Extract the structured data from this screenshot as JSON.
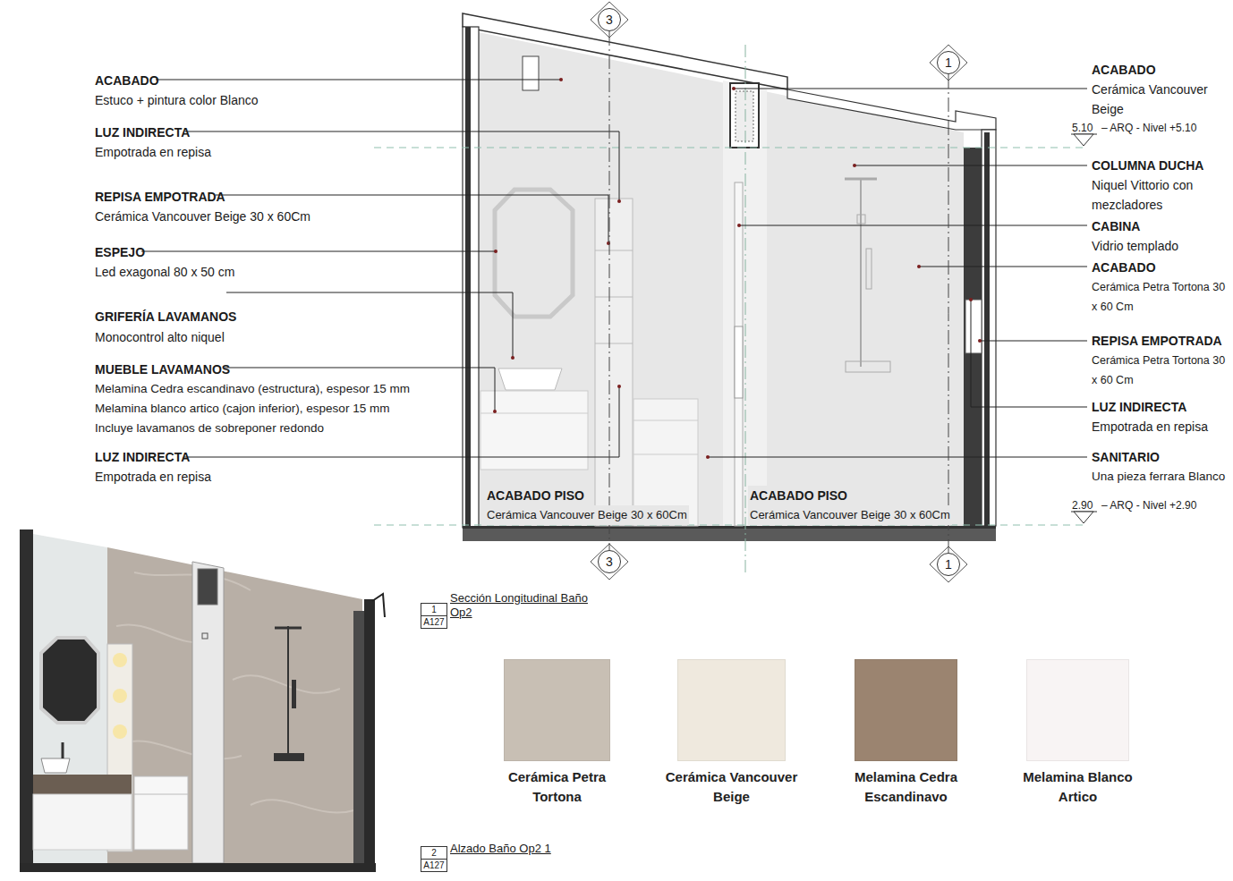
{
  "diagram": {
    "nodes": [
      {
        "text": [
          "3"
        ]
      },
      {
        "text": [
          "1"
        ]
      },
      {
        "text": [
          "3"
        ]
      },
      {
        "text": [
          "1"
        ]
      },
      {
        "text": [
          "1",
          "A127"
        ]
      },
      {
        "text": [
          "2",
          "A127"
        ]
      }
    ],
    "edges": [
      {
        "from": 0,
        "to": 2,
        "arrow": "none"
      },
      {
        "from": 1,
        "to": 3,
        "arrow": "none"
      }
    ],
    "labels": [
      "ACABADO",
      "Estuco + pintura color Blanco",
      "LUZ INDIRECTA",
      "Empotrada en repisa",
      "REPISA EMPOTRADA",
      "Cerámica Vancouver Beige 30 x 60Cm",
      "ESPEJO",
      "Led exagonal 80 x 50 cm",
      "GRIFERÍA LAVAMANOS",
      "Monocontrol alto niquel",
      "MUEBLE LAVAMANOS",
      "Melamina Cedra escandinavo (estructura), espesor 15 mm",
      "Melamina blanco artico (cajon inferior), espesor 15 mm",
      "Incluye lavamanos de sobreponer redondo",
      "LUZ INDIRECTA",
      "Empotrada en repisa",
      "ACABADO PISO",
      "Cerámica Vancouver Beige 30 x 60Cm",
      "ACABADO PISO",
      "Cerámica Vancouver Beige 30 x 60Cm",
      "ACABADO",
      "Cerámica Vancouver Beige",
      "5.10",
      "– ARQ - Nivel +5.10",
      "COLUMNA DUCHA",
      "Niquel Vittorio con mezcladores",
      "CABINA",
      "Vidrio templado",
      "ACABADO",
      "Cerámica Petra Tortona 30 x 60 Cm",
      "REPISA EMPOTRADA",
      "Cerámica Petra Tortona 30 x 60 Cm",
      "LUZ INDIRECTA",
      "Empotrada en repisa",
      "SANITARIO",
      "Una pieza ferrara Blanco",
      "2.90",
      "– ARQ - Nivel +2.90",
      "Sección Longitudinal Baño Op2",
      "Alzado Baño Op2 1"
    ],
    "legend": [
      {
        "text": "Cerámica Petra Tortona",
        "color": "#c8bfb4"
      },
      {
        "text": "Cerámica Vancouver Beige",
        "color": "#efe9de"
      },
      {
        "text": "Melamina Cedra Escandinavo",
        "color": "#9b8470"
      },
      {
        "text": "Melamina Blanco Artico",
        "color": "#f8f4f4"
      }
    ]
  }
}
